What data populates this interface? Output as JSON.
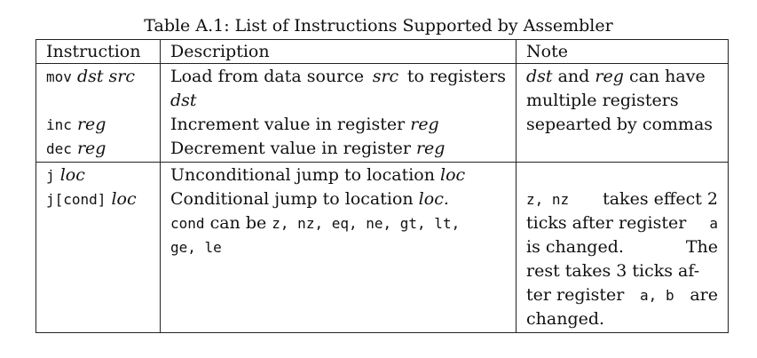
{
  "caption": "Table A.1: List of Instructions Supported by Assembler",
  "headers": {
    "instruction": "Instruction",
    "description": "Description",
    "note": "Note"
  },
  "rows": {
    "mov": {
      "opcode": "mov",
      "args": "dst src",
      "desc_line1_a": "Load from data source",
      "desc_line1_b": "src",
      "desc_line1_c": "to registers",
      "desc_line2": "dst"
    },
    "inc": {
      "opcode": "inc",
      "args": "reg",
      "desc_a": "Increment value in register",
      "desc_b": "reg"
    },
    "dec": {
      "opcode": "dec",
      "args": "reg",
      "desc_a": "Decrement value in register",
      "desc_b": "reg"
    },
    "j": {
      "opcode": "j",
      "args": "loc",
      "desc_a": "Unconditional jump to location",
      "desc_b": "loc"
    },
    "jcond": {
      "opcode": "j[cond]",
      "args": "loc",
      "desc_line1_a": "Conditional jump to location",
      "desc_line1_b": "loc.",
      "desc_line2_kw": "cond",
      "desc_line2_text": "can be",
      "desc_line2_codes": "z, nz, eq, ne, gt, lt,",
      "desc_line3_codes": "ge, le"
    }
  },
  "notes": {
    "group1": {
      "line1_a": "dst",
      "line1_b": "and",
      "line1_c": "reg",
      "line1_d": "can have",
      "line2": "multiple registers",
      "line3": "sepearted by commas"
    },
    "group2": {
      "line1_codes": "z, nz",
      "line1_text": "takes effect 2",
      "line2_text": "ticks after register",
      "line2_code": "a",
      "line3_a": "is changed.",
      "line3_b": "The",
      "line4": "rest takes 3 ticks af-",
      "line5_text": "ter register",
      "line5_code": "a, b",
      "line5_end": "are",
      "line6": "changed."
    }
  }
}
